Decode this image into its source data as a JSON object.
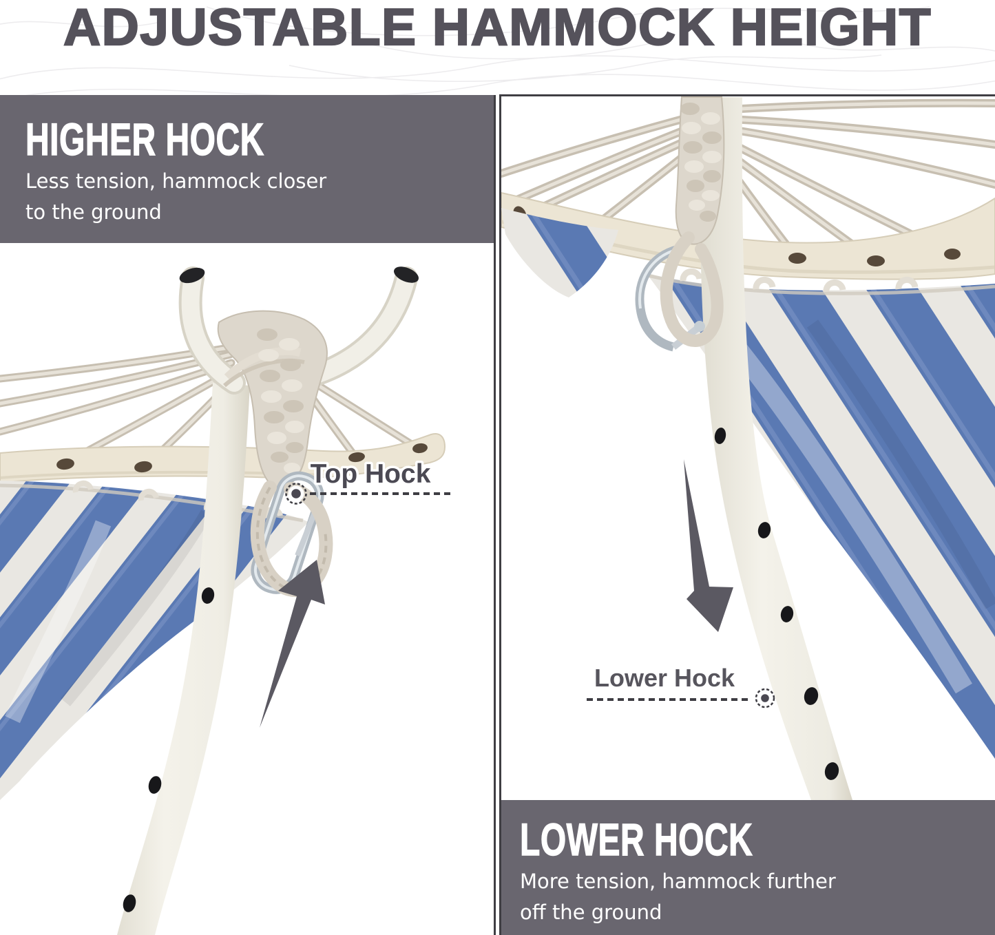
{
  "title": "ADJUSTABLE HAMMOCK HEIGHT",
  "panels": {
    "higher": {
      "heading": "HIGHER HOCK",
      "desc1": "Less tension, hammock closer",
      "desc2": "to the ground",
      "callout_label": "Top Hock",
      "arrow_direction": "up"
    },
    "lower": {
      "heading": "LOWER HOCK",
      "desc1": "More tension, hammock further",
      "desc2": "off the ground",
      "callout_label": "Lower Hock",
      "arrow_direction": "down"
    }
  },
  "colors": {
    "panel_box": "#69666F",
    "title_text": "#55525B",
    "box_text": "#FFFFFF",
    "callout_text": "#4B4953",
    "arrow": "#5B5962",
    "panel_border": "#3F3E43",
    "fabric_blue": "#5A79B3",
    "fabric_white": "#E9E7E2",
    "wood_cream": "#ECE5D4",
    "pole_white": "#F1EFE8",
    "background": "#FFFFFF"
  }
}
